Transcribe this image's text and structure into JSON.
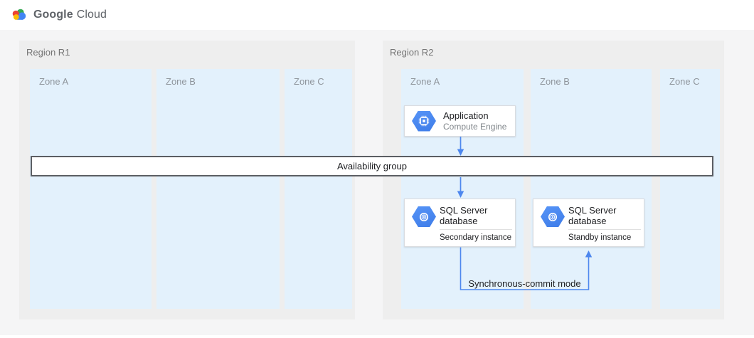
{
  "header": {
    "logo_google": "Google",
    "logo_cloud": "Cloud",
    "logo_icon": "google-cloud-logo-icon"
  },
  "regions": [
    {
      "label": "Region R1",
      "zones": [
        "Zone A",
        "Zone B",
        "Zone C"
      ]
    },
    {
      "label": "Region R2",
      "zones": [
        "Zone A",
        "Zone B",
        "Zone C"
      ]
    }
  ],
  "availability_group": {
    "label": "Availability group"
  },
  "nodes": {
    "application": {
      "title": "Application",
      "subtitle": "Compute Engine",
      "icon": "compute-engine-icon"
    },
    "sql_secondary": {
      "title": "SQL Server database",
      "instance_label": "Secondary instance",
      "icon": "cloud-sql-icon"
    },
    "sql_standby": {
      "title": "SQL Server database",
      "instance_label": "Standby instance",
      "icon": "cloud-sql-icon"
    }
  },
  "connections": {
    "sync_commit_label": "Synchronous-commit mode"
  },
  "colors": {
    "zone_fill": "#e3f1fc",
    "region_fill": "#eeeeee",
    "page_bg": "#f5f5f6",
    "arrow_blue": "#4d87ee",
    "hexagon_blue": "#4285f4",
    "bar_border": "#5b5e63",
    "logo_red": "#EA4335",
    "logo_blue": "#4285F4",
    "logo_green": "#34A853",
    "logo_yellow": "#FBBC04"
  }
}
